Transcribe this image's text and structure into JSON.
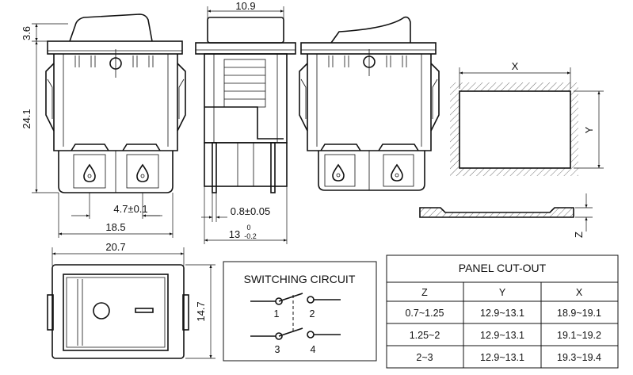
{
  "dimensions": {
    "top_width": "10.9",
    "rocker_height": "3.6",
    "body_height": "24.1",
    "terminal_pitch": "4.7±0.1",
    "base_width": "18.5",
    "overall_width": "20.7",
    "terminal_thickness": "0.8±0.05",
    "side_depth_main": "13",
    "side_depth_tol_upper": "0",
    "side_depth_tol_lower": "-0.2",
    "bezel_height": "14.7"
  },
  "cutout_labels": {
    "x": "X",
    "y": "Y",
    "z": "Z"
  },
  "switching_circuit": {
    "title": "SWITCHING CIRCUIT",
    "terminals": [
      "1",
      "2",
      "3",
      "4"
    ]
  },
  "panel_cutout_table": {
    "title": "PANEL CUT-OUT",
    "headers": [
      "Z",
      "Y",
      "X"
    ],
    "rows": [
      [
        "0.7~1.25",
        "12.9~13.1",
        "18.9~19.1"
      ],
      [
        "1.25~2",
        "12.9~13.1",
        "19.1~19.2"
      ],
      [
        "2~3",
        "12.9~13.1",
        "19.3~19.4"
      ]
    ]
  }
}
